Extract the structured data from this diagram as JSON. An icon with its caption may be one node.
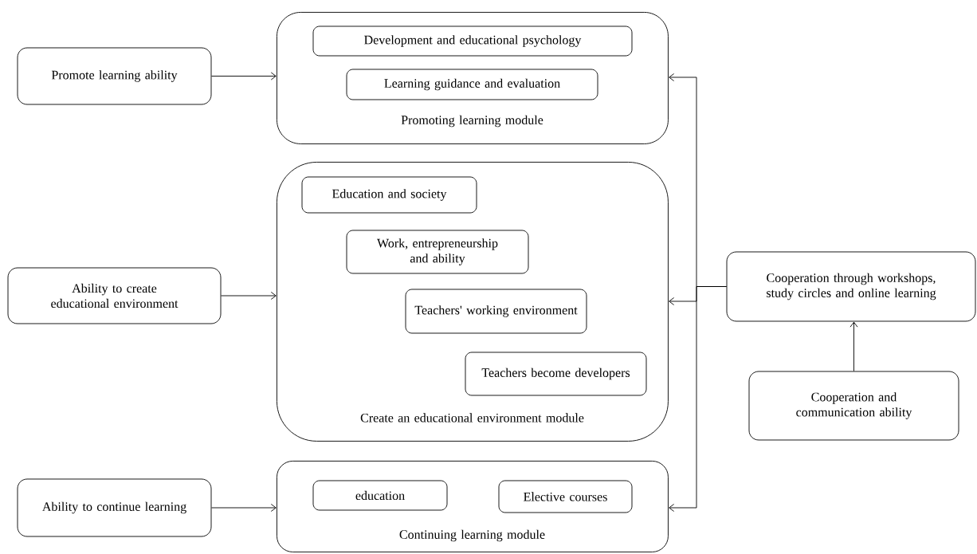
{
  "diagram": {
    "nodes": [
      {
        "text": [
          "Promote learning ability"
        ]
      },
      {
        "text": [
          "Promoting learning module"
        ]
      },
      {
        "text": [
          "Development and educational psychology"
        ],
        "in": 1
      },
      {
        "text": [
          "Learning guidance and evaluation"
        ],
        "in": 1
      },
      {
        "text": [
          "Ability to create educational environment"
        ]
      },
      {
        "text": [
          "Create an educational environment module"
        ]
      },
      {
        "text": [
          "Education and society"
        ],
        "in": 5
      },
      {
        "text": [
          "Work, entrepreneurship and ability"
        ],
        "in": 5
      },
      {
        "text": [
          "Teachers' working environment"
        ],
        "in": 5
      },
      {
        "text": [
          "Teachers become developers"
        ],
        "in": 5
      },
      {
        "text": [
          "Cooperation through workshops, study circles and online learning"
        ]
      },
      {
        "text": [
          "Cooperation and communication ability"
        ]
      },
      {
        "text": [
          "Ability to continue learning"
        ]
      },
      {
        "text": [
          "Continuing learning module"
        ]
      },
      {
        "text": [
          "education"
        ],
        "in": 13
      },
      {
        "text": [
          "Elective courses"
        ],
        "in": 13
      }
    ],
    "edges": [
      {
        "from": 0,
        "to": 1,
        "arrow": "to"
      },
      {
        "from": 4,
        "to": 5,
        "arrow": "to"
      },
      {
        "from": 12,
        "to": 13,
        "arrow": "to"
      },
      {
        "from": 11,
        "to": 10,
        "arrow": "to"
      },
      {
        "from": 10,
        "to": 1,
        "arrow": "to"
      },
      {
        "from": 10,
        "to": 5,
        "arrow": "to"
      },
      {
        "from": 10,
        "to": 13,
        "arrow": "to"
      }
    ]
  }
}
